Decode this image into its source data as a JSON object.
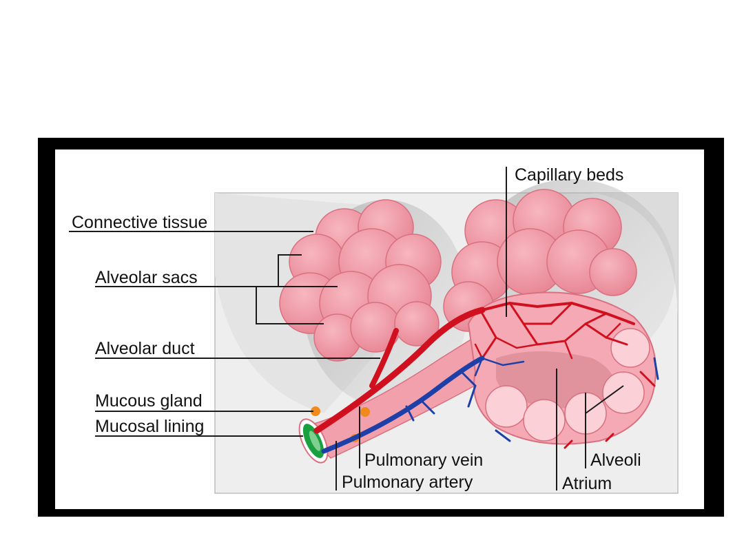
{
  "labels": {
    "capillary_beds": "Capillary beds",
    "connective_tissue": "Connective tissue",
    "alveolar_sacs": "Alveolar sacs",
    "alveolar_duct": "Alveolar duct",
    "mucous_gland": "Mucous gland",
    "mucosal_lining": "Mucosal lining",
    "pulmonary_vein": "Pulmonary vein",
    "pulmonary_artery": "Pulmonary artery",
    "alveoli": "Alveoli",
    "atrium": "Atrium"
  },
  "colors": {
    "frame": "#000000",
    "alveolus_pink": "#f29aa6",
    "alveolus_dark": "#d9707f",
    "vein_red": "#d0101e",
    "artery_blue": "#1d3fa8",
    "mucosa_green": "#1aa040",
    "gland_orange": "#f08a1c",
    "background_panel": "#ececec"
  }
}
